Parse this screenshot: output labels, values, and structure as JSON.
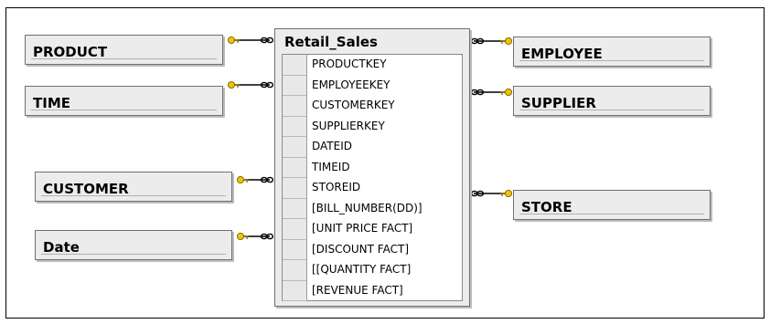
{
  "diagram": {
    "fact_table": {
      "title": "Retail_Sales",
      "fields": [
        "PRODUCTKEY",
        "EMPLOYEEKEY",
        "CUSTOMERKEY",
        "SUPPLIERKEY",
        "DATEID",
        "TIMEID",
        "STOREID",
        "[BILL_NUMBER(DD)]",
        "[UNIT PRICE FACT]",
        "[DISCOUNT FACT]",
        "[[QUANTITY FACT]",
        "[REVENUE FACT]"
      ]
    },
    "dimensions": {
      "product": "PRODUCT",
      "time": "TIME",
      "customer": "CUSTOMER",
      "date": "Date",
      "employee": "EMPLOYEE",
      "supplier": "SUPPLIER",
      "store": "STORE"
    },
    "colors": {
      "entity_fill": "#ececec",
      "border": "#6f6f6f",
      "key_icon": "#f2c200"
    },
    "relationship_icon": "key-icon"
  }
}
